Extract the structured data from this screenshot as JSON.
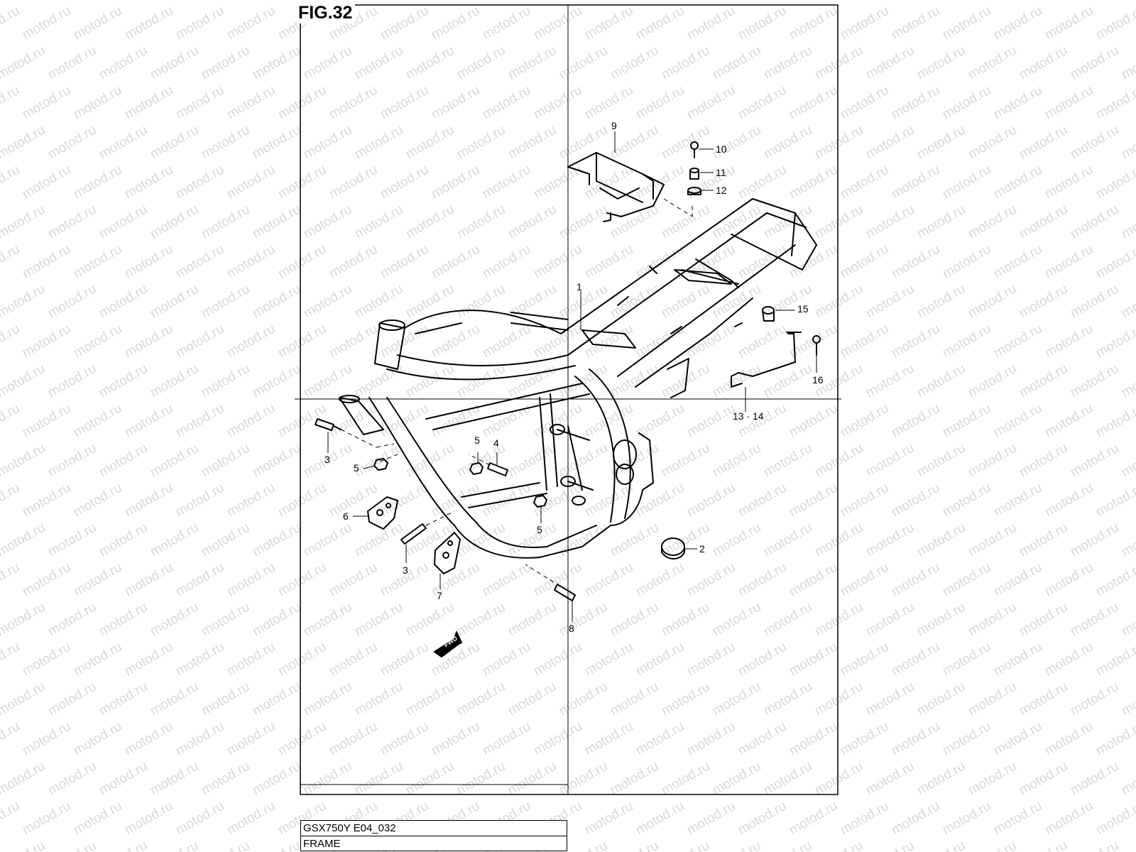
{
  "figure": {
    "title": "FIG.32",
    "watermark": "motod.ru",
    "fwd_label": "FWD"
  },
  "callouts": [
    {
      "id": "c1",
      "label": "1"
    },
    {
      "id": "c2",
      "label": "2"
    },
    {
      "id": "c3a",
      "label": "3"
    },
    {
      "id": "c3b",
      "label": "3"
    },
    {
      "id": "c4",
      "label": "4"
    },
    {
      "id": "c5a",
      "label": "5"
    },
    {
      "id": "c5b",
      "label": "5"
    },
    {
      "id": "c5c",
      "label": "5"
    },
    {
      "id": "c6",
      "label": "6"
    },
    {
      "id": "c7",
      "label": "7"
    },
    {
      "id": "c8",
      "label": "8"
    },
    {
      "id": "c9",
      "label": "9"
    },
    {
      "id": "c10",
      "label": "10"
    },
    {
      "id": "c11",
      "label": "11"
    },
    {
      "id": "c12",
      "label": "12"
    },
    {
      "id": "c13",
      "label": "13 · 14"
    },
    {
      "id": "c15",
      "label": "15"
    },
    {
      "id": "c16",
      "label": "16"
    }
  ],
  "info": {
    "model_code": "GSX750Y E04_032",
    "section_name": "FRAME"
  }
}
